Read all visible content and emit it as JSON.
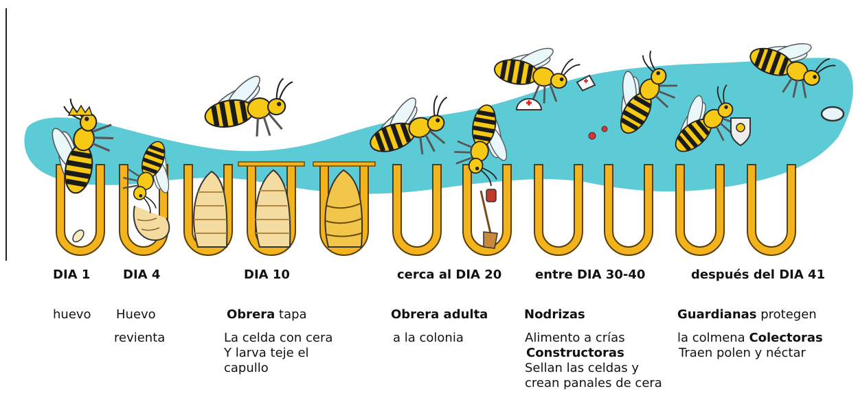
{
  "days": {
    "d1": "DIA 1",
    "d4": "DIA 4",
    "d10": "DIA 10",
    "d20": "cerca al DIA 20",
    "d3040": "entre DIA 30-40",
    "d41": "después del DIA 41"
  },
  "desc": {
    "huevo": "huevo",
    "huevo_revienta_1": "Huevo",
    "huevo_revienta_2": "revienta",
    "obrera_bold": "Obrera",
    "obrera_rest": " tapa",
    "obrera_l2": "La celda con cera",
    "obrera_l3": "Y larva teje el",
    "obrera_l4": "capullo",
    "adulta_bold": "Obrera adulta",
    "adulta_l2": "a la colonia",
    "nodrizas_bold": "Nodrizas",
    "nodrizas_l2": "Alimento a crías",
    "constructoras_bold": "Constructoras",
    "constructoras_l2": "Sellan las celdas y",
    "constructoras_l3": "crean panales de cera",
    "guardianas_bold": "Guardianas",
    "guardianas_rest": " protegen",
    "guardianas_l2": "la colmena ",
    "colectoras_bold": "Colectoras",
    "colectoras_l2": "Traen polen y néctar"
  },
  "colors": {
    "background_blob": "#5ccbd6",
    "cell": "#f2b31c",
    "bee_yellow": "#f6c915",
    "bee_black": "#1b1b1b",
    "larva": "#f4dca0"
  }
}
